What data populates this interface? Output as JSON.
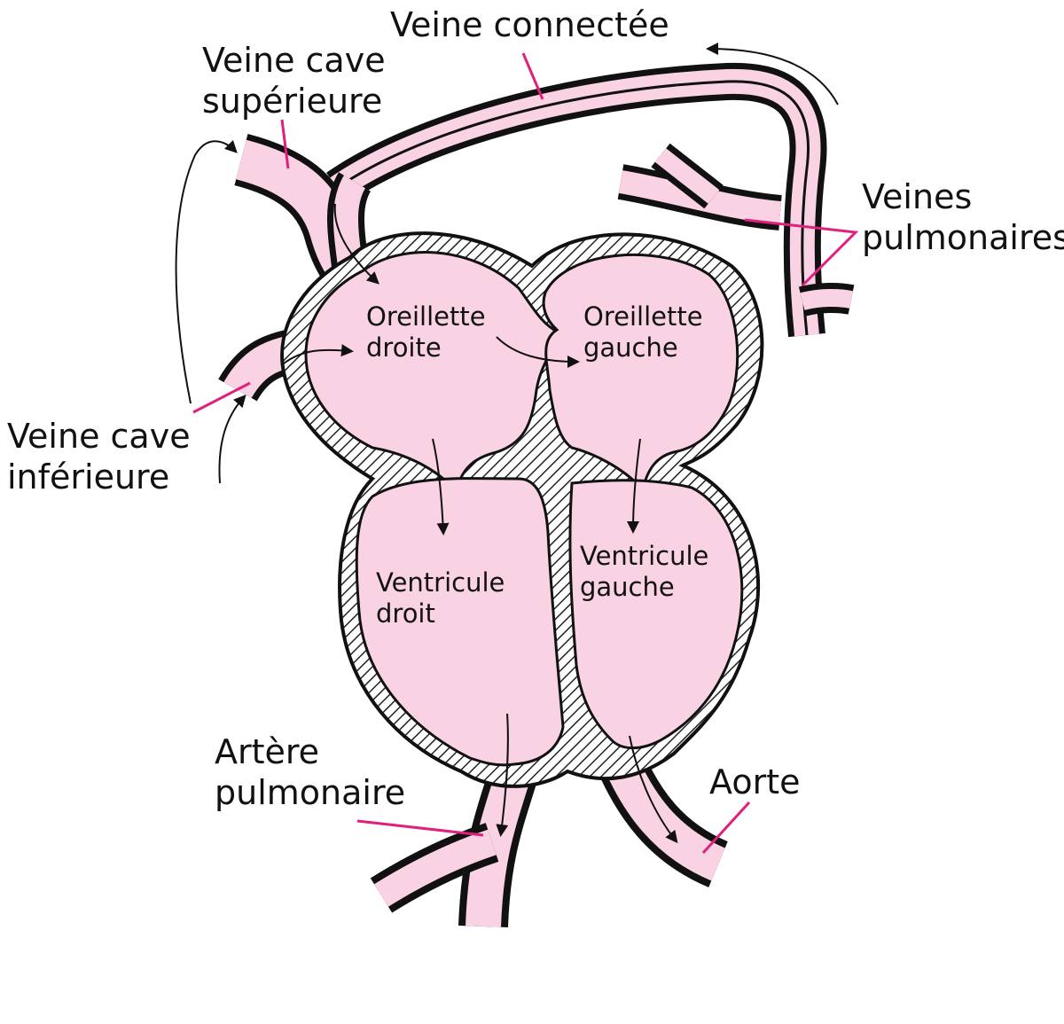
{
  "colors": {
    "chamber_fill": "#f9d3e3",
    "outline": "#111111",
    "leader_line": "#e0207d",
    "hatch": "#222222"
  },
  "labels": {
    "veine_connectee": "Veine connectée",
    "veine_cave_superieure": [
      "Veine cave",
      "supérieure"
    ],
    "veines_pulmonaires": [
      "Veines",
      "pulmonaires"
    ],
    "veine_cave_inferieure": [
      "Veine cave",
      "inférieure"
    ],
    "oreillette_droite": [
      "Oreillette",
      "droite"
    ],
    "oreillette_gauche": [
      "Oreillette",
      "gauche"
    ],
    "ventricule_droit": [
      "Ventricule",
      "droit"
    ],
    "ventricule_gauche": [
      "Ventricule",
      "gauche"
    ],
    "artere_pulmonaire": [
      "Artère",
      "pulmonaire"
    ],
    "aorte": "Aorte"
  },
  "icons": [
    "flow-arrow-icon"
  ]
}
